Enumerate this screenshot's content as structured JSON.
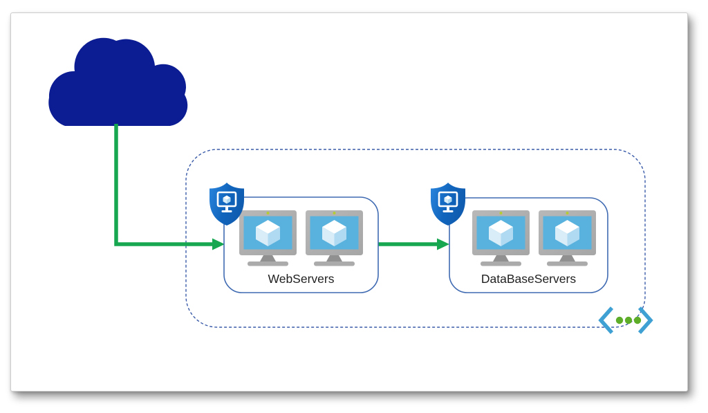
{
  "page": {
    "type": "architecture-diagram-slide"
  },
  "diagram": {
    "cloud": {
      "icon": "cloud-icon"
    },
    "virtual_network": {
      "border_style": "dashed",
      "icon": "virtual-network-icon"
    },
    "groups": [
      {
        "label": "WebServers",
        "icon": "nsg-shield-icon",
        "vm_count": 2
      },
      {
        "label": "DataBaseServers",
        "icon": "nsg-shield-icon",
        "vm_count": 2
      }
    ],
    "connections": [
      {
        "from": "cloud",
        "to": "WebServers",
        "style": "green-arrow"
      },
      {
        "from": "WebServers",
        "to": "DataBaseServers",
        "style": "green-arrow"
      }
    ],
    "colors": {
      "cloud": "#0c1c92",
      "arrow": "#17a750",
      "vnet_border": "#3a5ba9",
      "group_border": "#3f6ab2",
      "shield_dark": "#1165bd",
      "shield_light": "#2b86dd",
      "monitor_frame": "#a6a6a6",
      "screen": "#58b2dd",
      "cube_left": "#d9edf8",
      "cube_right": "#b0d9f2",
      "bracket": "#3fa1d3",
      "dot": "#5ead29",
      "label_text": "#1f1f1f"
    }
  }
}
